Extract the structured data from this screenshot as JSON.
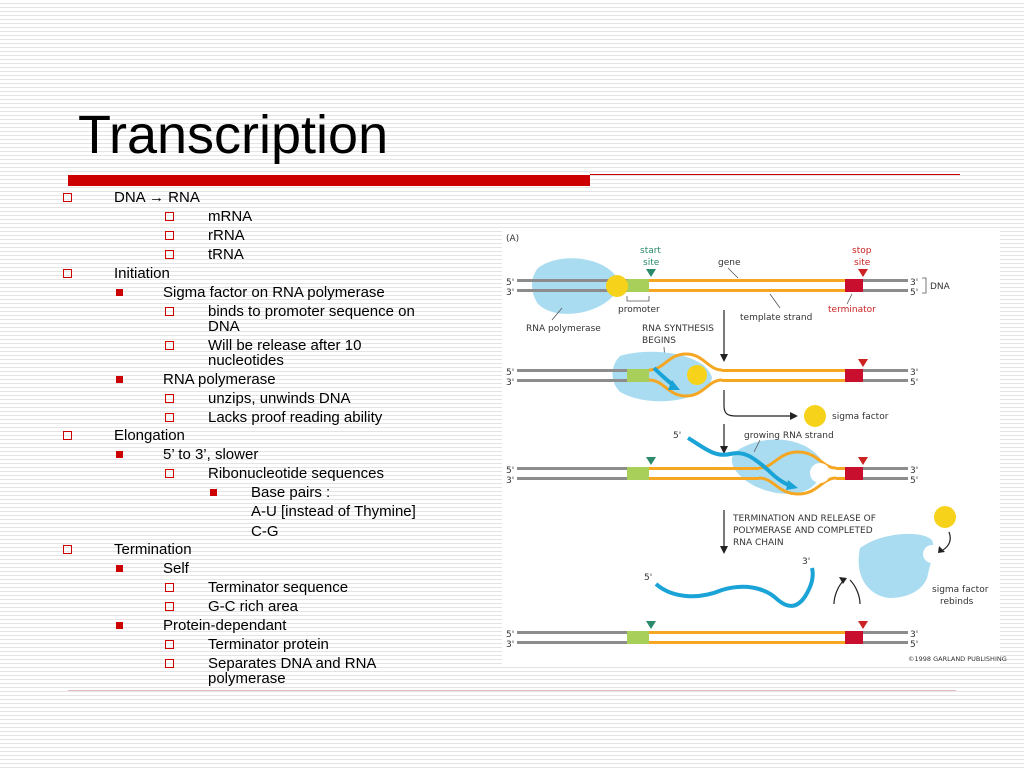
{
  "title": "Transcription",
  "bullets": {
    "dna_rna": "DNA → RNA",
    "mrna": "mRNA",
    "rrna": "rRNA",
    "trna": "tRNA",
    "initiation": "Initiation",
    "sigma_factor": "Sigma factor on RNA polymerase",
    "binds_promoter_line1": "binds to promoter sequence on",
    "binds_promoter_line2": "DNA",
    "will_release_line1": "Will be release after 10",
    "will_release_line2": "nucleotides",
    "rna_polymerase": "RNA polymerase",
    "unzips": "unzips, unwinds DNA",
    "lacks_proof": "Lacks proof reading ability",
    "elongation": "Elongation",
    "five_to_three": "5’ to 3’, slower",
    "ribonucleotide": "Ribonucleotide sequences",
    "base_pairs": "Base pairs :",
    "a_u": "A-U [instead of Thymine]",
    "c_g": "C-G",
    "termination": "Termination",
    "self": "Self",
    "terminator_sequence": "Terminator sequence",
    "gc_rich": "G-C rich area",
    "protein_dependant": "Protein-dependant",
    "terminator_protein": "Terminator protein",
    "separates_line1": "Separates DNA and RNA",
    "separates_line2": "polymerase"
  },
  "diagram": {
    "panel_label": "(A)",
    "start_site_line1": "start",
    "start_site_line2": "site",
    "stop_site_line1": "stop",
    "stop_site_line2": "site",
    "gene": "gene",
    "dna": "DNA",
    "promoter": "promoter",
    "template_strand": "template strand",
    "terminator": "terminator",
    "rna_polymerase": "RNA polymerase",
    "rna_synthesis_line1": "RNA SYNTHESIS",
    "rna_synthesis_line2": "BEGINS",
    "sigma_factor": "sigma factor",
    "growing_rna_strand": "growing RNA strand",
    "termination_line1": "TERMINATION AND RELEASE OF",
    "termination_line2": "POLYMERASE AND COMPLETED",
    "termination_line3": "RNA CHAIN",
    "sigma_rebinds_line1": "sigma factor",
    "sigma_rebinds_line2": "rebinds",
    "five_prime": "5'",
    "three_prime": "3'",
    "copyright": "©1998 GARLAND PUBLISHING"
  },
  "colors": {
    "accent_red": "#cc0000",
    "dna_orange": "#f5a623",
    "dna_grey": "#8c8c8c",
    "promoter_green": "#a8cf5a",
    "terminator_red": "#c8102e",
    "polymerase_blue": "#a9dcf0",
    "sigma_yellow": "#f7d21a",
    "rna_blue": "#1aa3d6"
  }
}
